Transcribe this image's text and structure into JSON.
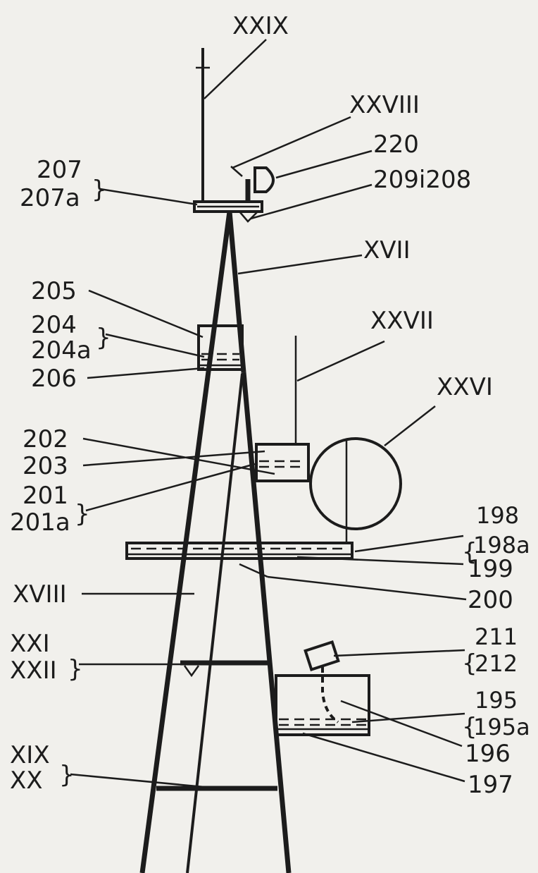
{
  "labels": {
    "l_xxix": "XXIX",
    "l_xxviii": "XXVIII",
    "l_220": "220",
    "l_209i208": "209i208",
    "l_207": "207",
    "l_207a": "207a",
    "l_xvii": "XVII",
    "l_205": "205",
    "l_204": "204",
    "l_204a": "204a",
    "l_206": "206",
    "l_xxvii": "XXVII",
    "l_xxvi": "XXVI",
    "l_202": "202",
    "l_203": "203",
    "l_201": "201",
    "l_201a": "201a",
    "l_198": "198",
    "l_198a": "198a",
    "l_199": "199",
    "l_200": "200",
    "l_xviii": "XVIII",
    "l_xxi": "XXI",
    "l_xxii": "XXII",
    "l_211": "211",
    "l_212": "212",
    "l_195": "195",
    "l_195a": "195a",
    "l_196": "196",
    "l_197": "197",
    "l_xix": "XIX",
    "l_xx": "XX"
  }
}
